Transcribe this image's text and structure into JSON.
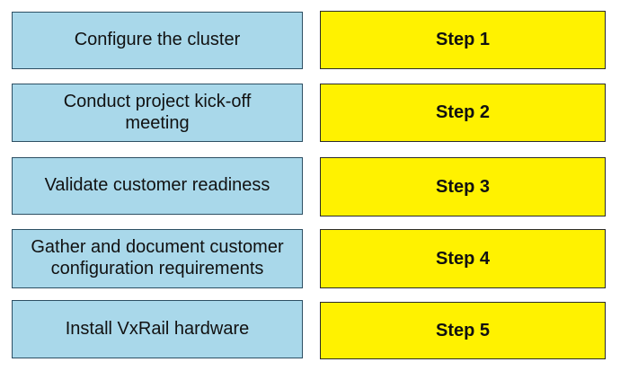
{
  "items": [
    {
      "text": "Configure the cluster"
    },
    {
      "text": "Conduct project kick-off\nmeeting"
    },
    {
      "text": "Validate customer readiness"
    },
    {
      "text": "Gather and document customer\nconfiguration requirements"
    },
    {
      "text": "Install VxRail hardware"
    }
  ],
  "steps": [
    {
      "label": "Step 1"
    },
    {
      "label": "Step 2"
    },
    {
      "label": "Step 3"
    },
    {
      "label": "Step 4"
    },
    {
      "label": "Step 5"
    }
  ],
  "colors": {
    "item_fill": "#a9d8ea",
    "step_fill": "#fff200",
    "item_border": "#2d4f63",
    "step_border": "#2b2b2b"
  }
}
